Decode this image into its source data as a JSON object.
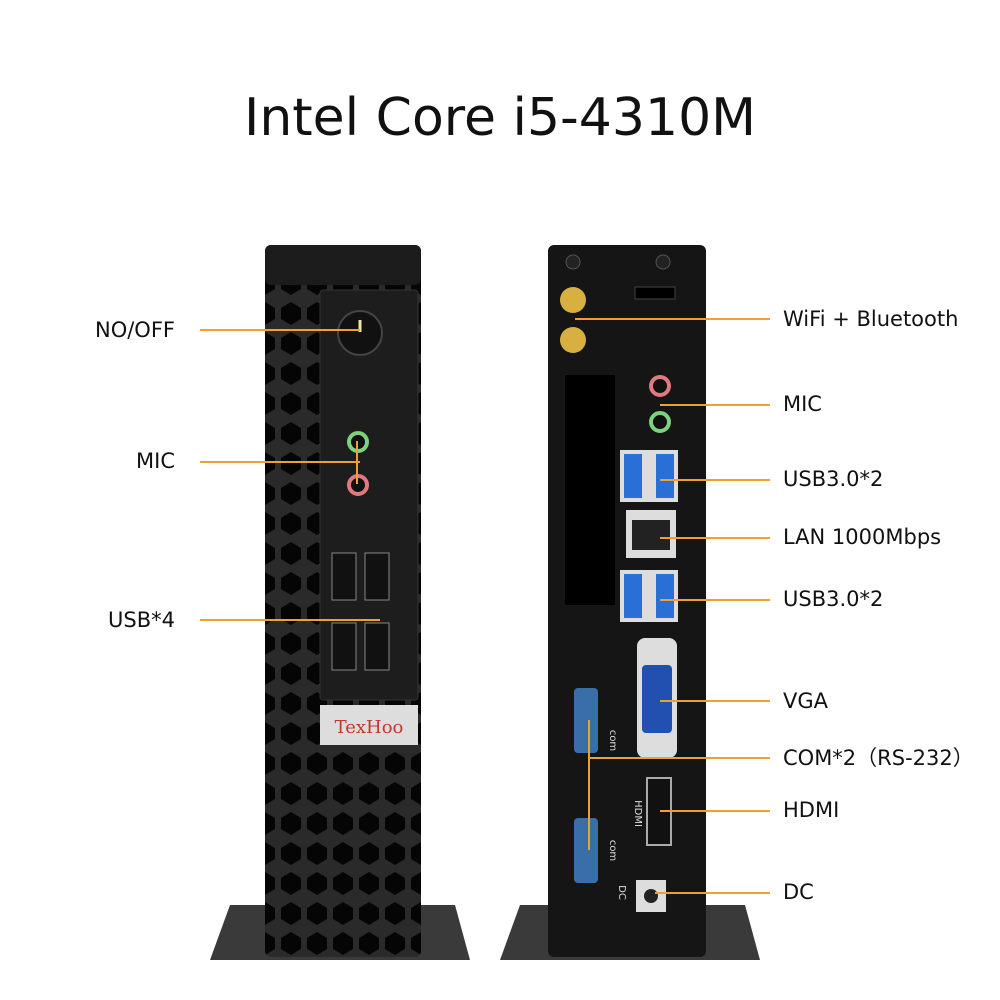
{
  "title": "Intel Core i5-4310M",
  "brand": "TexHoo",
  "front_labels": [
    "NO/OFF",
    "MIC",
    "USB*4"
  ],
  "rear_labels": [
    "WiFi + Bluetooth",
    "MIC",
    "USB3.0*2",
    "LAN 1000Mbps",
    "USB3.0*2",
    "VGA",
    "COM*2（RS-232）",
    "HDMI",
    "DC"
  ],
  "port_marks": {
    "com": "com",
    "hdmi": "HDMI",
    "dc": "DC"
  },
  "colors": {
    "accent": "#f0a030",
    "case": "#1a1a1a",
    "usb3": "#2a6fd6"
  }
}
